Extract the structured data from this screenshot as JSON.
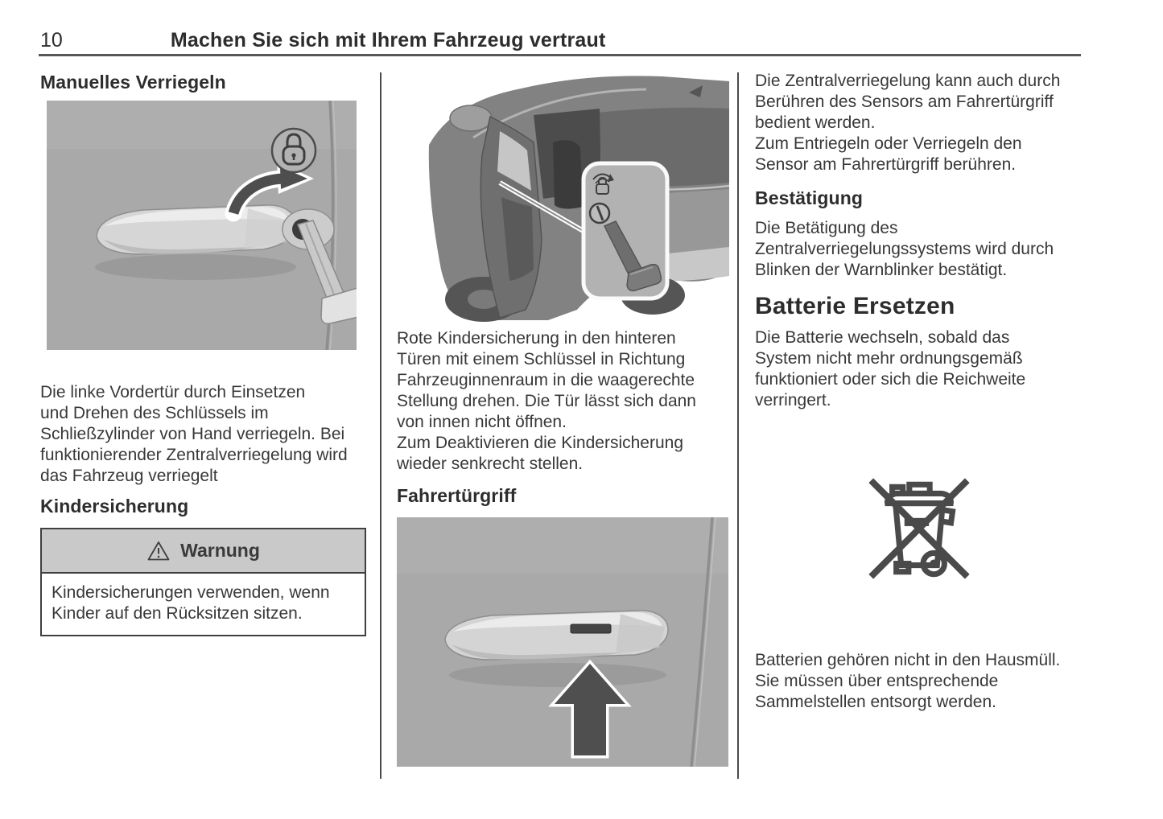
{
  "page": {
    "number": "10",
    "title": "Machen Sie sich mit Ihrem Fahrzeug vertraut"
  },
  "left_column": {
    "section1_heading": "Manuelles Verriegeln",
    "section1_body": "Die linke Vordertür durch Einsetzen\nund Drehen des Schlüssels im\nSchließzylinder von Hand verriegeln. Bei\nfunktionierender Zentralverriegelung wird\ndas Fahrzeug verriegelt",
    "section2_heading": "Kindersicherung",
    "warning": {
      "title": "Warnung",
      "body": "Kindersicherungen verwenden, wenn\nKinder auf den Rücksitzen sitzen."
    }
  },
  "middle_column": {
    "body1": "Rote Kindersicherung in den hinteren\nTüren mit einem Schlüssel in Richtung\nFahrzeuginnenraum in die waagerechte\nStellung drehen. Die Tür lässt sich dann\nvon innen nicht öffnen.\nZum Deaktivieren die Kindersicherung\nwieder senkrecht stellen.",
    "section_heading": "Fahrertürgriff"
  },
  "right_column": {
    "body1": "Die Zentralverriegelung kann auch durch\nBerühren des Sensors am Fahrertürgriff\nbedient werden.\nZum Entriegeln oder Verriegeln den\nSensor am Fahrertürgriff berühren.",
    "section1_heading": "Bestätigung",
    "body2": "Die Betätigung des\nZentralverriegelungssystems wird durch\nBlinken der Warnblinker bestätigt.",
    "section2_heading": "Batterie Ersetzen",
    "body3": "Die Batterie wechseln, sobald das\nSystem nicht mehr ordnungsgemäß\nfunktioniert oder sich die Reichweite\nverringert.",
    "body4": "Batterien gehören nicht in den Hausmüll.\nSie müssen über entsprechende\nSammelstellen entsorgt werden."
  },
  "icons": {
    "warning": "warning-triangle-icon",
    "lock_badge": "padlock-circle-icon",
    "turn_arrow": "curved-arrow-icon",
    "key": "key-icon",
    "child_lock": "child-lock-rotate-icon",
    "press_arrow": "up-arrow-icon",
    "battery_disposal": "crossed-out-wheeled-bin-icon"
  },
  "colors": {
    "text": "#383838",
    "figure_background": "#a9a9a9",
    "warning_header_background": "#c9c9c9",
    "divider": "#4a4a4a"
  }
}
